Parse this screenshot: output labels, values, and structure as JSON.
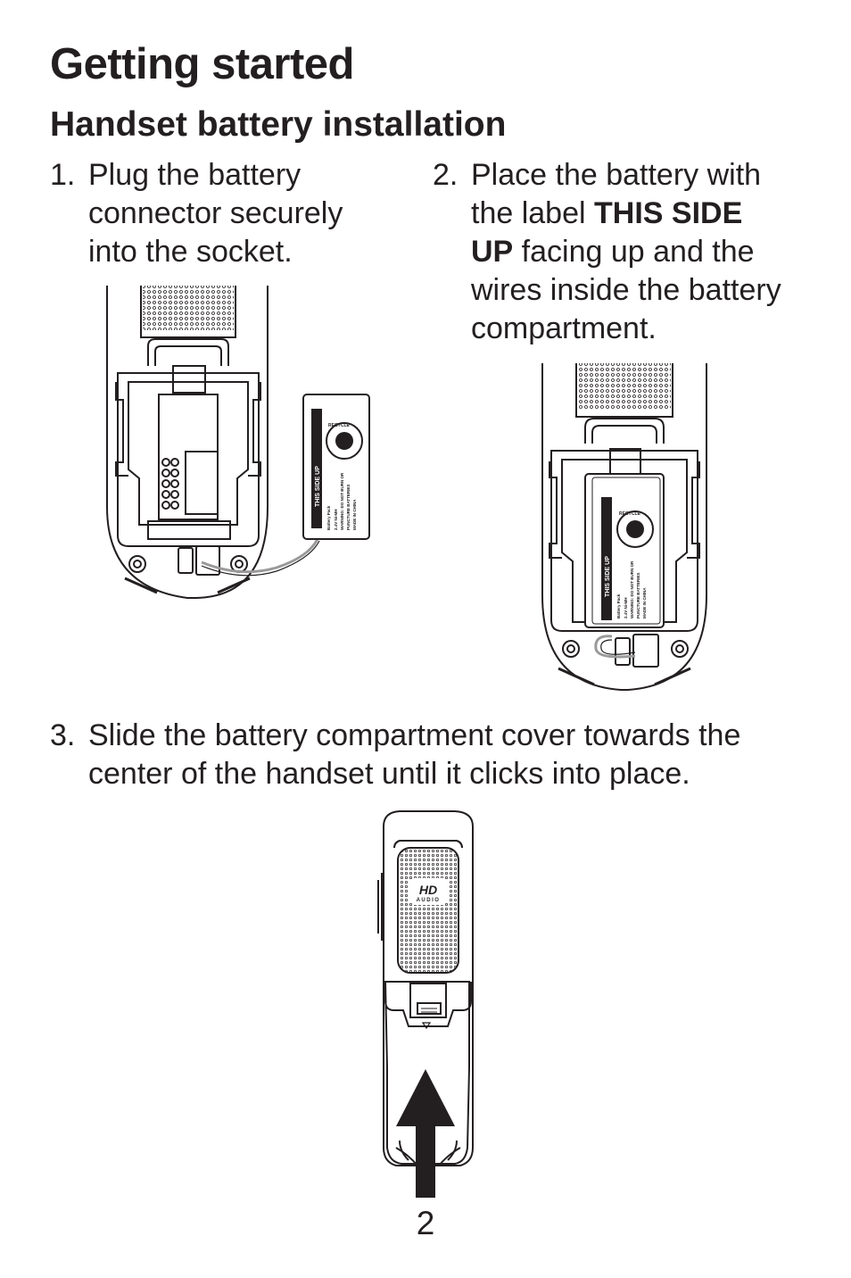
{
  "page": {
    "title": "Getting started",
    "subtitle": "Handset battery installation",
    "page_number": "2"
  },
  "steps": [
    {
      "number": "1.",
      "lines": [
        "Plug the battery",
        "connector securely",
        "into the socket."
      ]
    },
    {
      "number": "2.",
      "line1": "Place the battery with",
      "line2_pre": "the label ",
      "bold_a": "THIS SIDE",
      "bold_b": "UP",
      "line3_post": " facing up and the",
      "line4": "wires inside the battery",
      "line5": "compartment."
    },
    {
      "number": "3.",
      "lines": [
        "Slide the battery compartment cover towards the",
        "center of the handset until it clicks into place."
      ]
    }
  ],
  "battery_label": {
    "side": "THIS SIDE UP",
    "pack": "Battery Pack",
    "voltage": "2.4V Ni-MH",
    "warning1": "WARNING: DO NOT BURN OR",
    "warning2": "PUNCTURE BATTERIES",
    "origin": "MADE IN CHINA",
    "recycle": "RECYCLE"
  },
  "handset_badge": {
    "hd": "HD",
    "audio": "AUDIO"
  },
  "colors": {
    "text": "#231f20",
    "line": "#231f20",
    "wire": "#9a9a9a"
  }
}
